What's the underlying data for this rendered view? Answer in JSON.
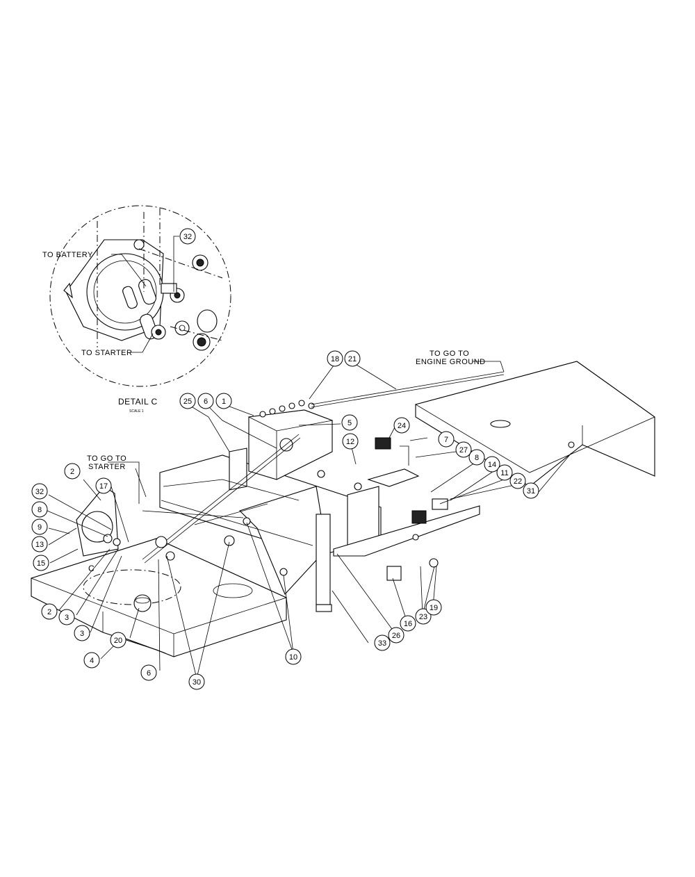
{
  "labels": {
    "to_battery": "TO BATTERY",
    "to_starter": "TO STARTER",
    "detail_title": "DETAIL C",
    "detail_scale": "SCALE 1",
    "to_go_to_starter_1": "TO GO TO",
    "to_go_to_starter_2": "STARTER",
    "to_go_to_engine_1": "TO GO TO",
    "to_go_to_engine_2": "ENGINE GROUND",
    "view_marker": "C"
  },
  "callouts": [
    {
      "id": "c32a",
      "text": "32"
    },
    {
      "id": "c18",
      "text": "18"
    },
    {
      "id": "c21",
      "text": "21"
    },
    {
      "id": "c25",
      "text": "25"
    },
    {
      "id": "c6a",
      "text": "6"
    },
    {
      "id": "c1",
      "text": "1"
    },
    {
      "id": "c5",
      "text": "5"
    },
    {
      "id": "c24",
      "text": "24"
    },
    {
      "id": "c7",
      "text": "7"
    },
    {
      "id": "c12",
      "text": "12"
    },
    {
      "id": "c27",
      "text": "27"
    },
    {
      "id": "c8a",
      "text": "8"
    },
    {
      "id": "c14",
      "text": "14"
    },
    {
      "id": "c11",
      "text": "11"
    },
    {
      "id": "c22",
      "text": "22"
    },
    {
      "id": "c31",
      "text": "31"
    },
    {
      "id": "c2a",
      "text": "2"
    },
    {
      "id": "c17",
      "text": "17"
    },
    {
      "id": "c32b",
      "text": "32"
    },
    {
      "id": "c8b",
      "text": "8"
    },
    {
      "id": "c9",
      "text": "9"
    },
    {
      "id": "c13",
      "text": "13"
    },
    {
      "id": "c15",
      "text": "15"
    },
    {
      "id": "c2b",
      "text": "2"
    },
    {
      "id": "c3a",
      "text": "3"
    },
    {
      "id": "c3b",
      "text": "3"
    },
    {
      "id": "c20",
      "text": "20"
    },
    {
      "id": "c4",
      "text": "4"
    },
    {
      "id": "c6b",
      "text": "6"
    },
    {
      "id": "c30",
      "text": "30"
    },
    {
      "id": "c10",
      "text": "10"
    },
    {
      "id": "c33",
      "text": "33"
    },
    {
      "id": "c26",
      "text": "26"
    },
    {
      "id": "c16",
      "text": "16"
    },
    {
      "id": "c23",
      "text": "23"
    },
    {
      "id": "c19",
      "text": "19"
    }
  ]
}
